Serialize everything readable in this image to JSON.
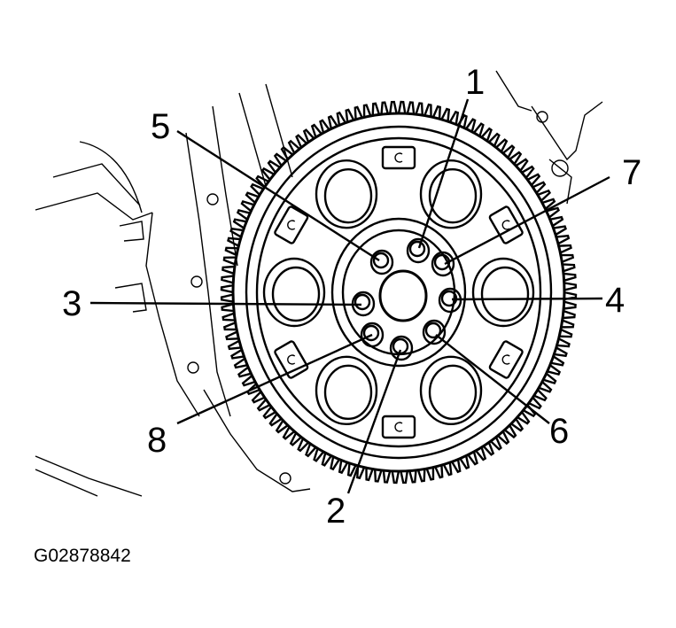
{
  "figure_code": "G02878842",
  "callouts": [
    {
      "id": "1",
      "text": "1"
    },
    {
      "id": "2",
      "text": "2"
    },
    {
      "id": "3",
      "text": "3"
    },
    {
      "id": "4",
      "text": "4"
    },
    {
      "id": "5",
      "text": "5"
    },
    {
      "id": "6",
      "text": "6"
    },
    {
      "id": "7",
      "text": "7"
    },
    {
      "id": "8",
      "text": "8"
    }
  ],
  "colors": {
    "ink": "#000000",
    "paper": "#ffffff"
  }
}
